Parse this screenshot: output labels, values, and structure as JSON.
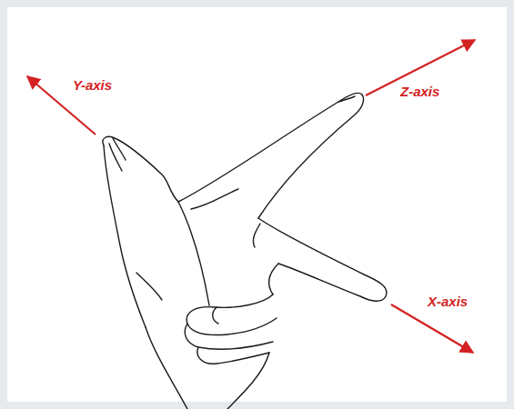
{
  "diagram": {
    "labels": [
      "Y-axis",
      "Z-axis",
      "X-axis"
    ]
  }
}
